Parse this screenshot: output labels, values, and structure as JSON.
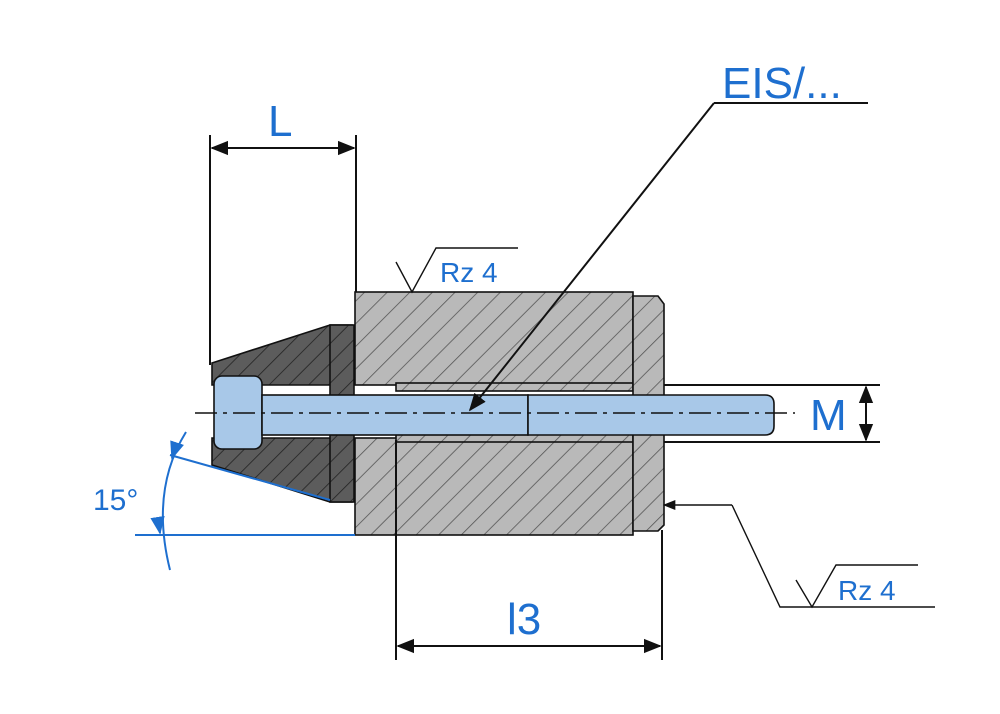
{
  "labels": {
    "part_callout": "EIS/...",
    "length_L": "L",
    "length_l3": "l3",
    "thread_M": "M",
    "angle": "15°",
    "roughness_top": "Rz 4",
    "roughness_bottom": "Rz 4"
  },
  "colors": {
    "label_blue": "#1e6fcf",
    "bolt_blue": "#a8c8e8",
    "body_gray": "#b4b4b4",
    "tool_gray": "#5a5a5a"
  },
  "icons": {
    "roughness_symbol": "surface-roughness-icon",
    "arrow": "dimension-arrow-icon"
  }
}
